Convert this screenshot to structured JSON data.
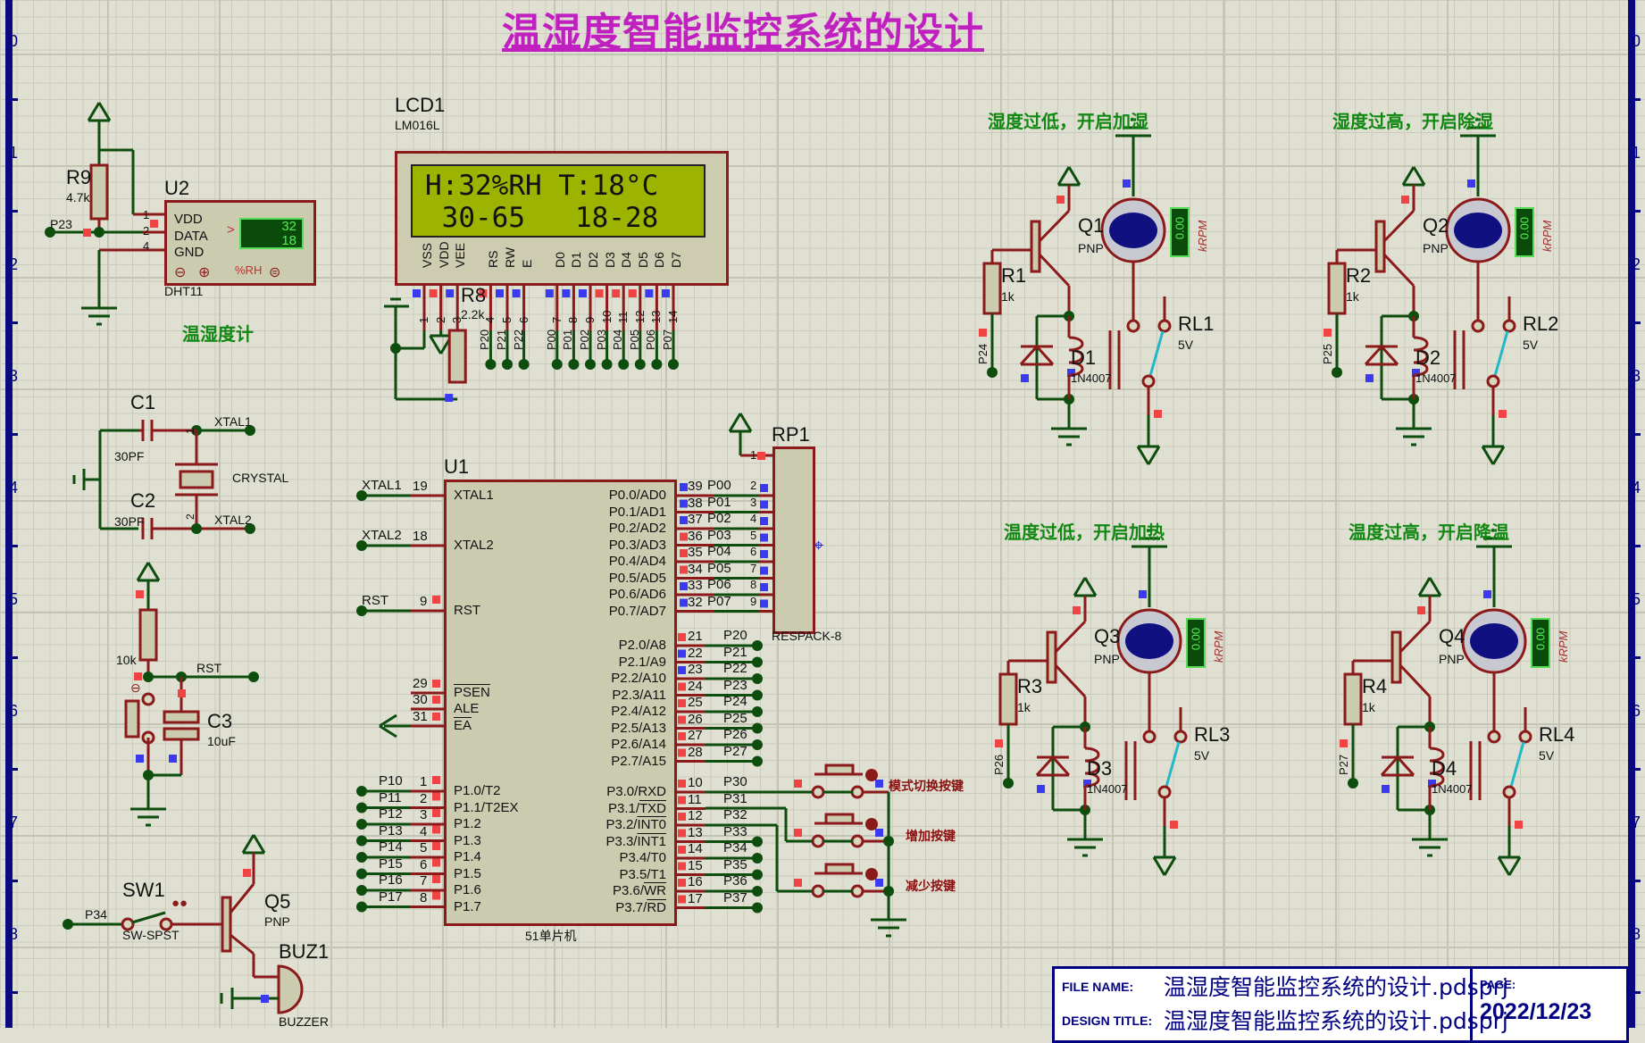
{
  "title": "温湿度智能监控系统的设计",
  "ruler": {
    "left": [
      "0",
      "1",
      "2",
      "3",
      "4",
      "5",
      "6",
      "7",
      "8"
    ],
    "right": [
      "0",
      "1",
      "2",
      "3",
      "4",
      "5",
      "6",
      "7",
      "8"
    ]
  },
  "sensor": {
    "ref": "U2",
    "part": "DHT11",
    "r9_ref": "R9",
    "r9_val": "4.7k",
    "net": "P23",
    "pins": [
      "VDD",
      "DATA",
      "GND"
    ],
    "pin_nums": [
      "1",
      "2",
      "4"
    ],
    "humidity": "32",
    "temperature": "18",
    "unit": "%RH",
    "arrow": ">",
    "note": "温湿度计"
  },
  "lcd": {
    "ref": "LCD1",
    "part": "LM016L",
    "line1": "H:32%RH T:18°C",
    "line2": " 30-65   18-28",
    "pins": [
      "VSS",
      "VDD",
      "VEE",
      "RS",
      "RW",
      "E",
      "D0",
      "D1",
      "D2",
      "D3",
      "D4",
      "D5",
      "D6",
      "D7"
    ],
    "pin_nums": [
      "1",
      "2",
      "3",
      "4",
      "5",
      "6",
      "7",
      "8",
      "9",
      "10",
      "11",
      "12",
      "13",
      "14"
    ],
    "nets": [
      "P20",
      "P21",
      "P22",
      "P00",
      "P01",
      "P02",
      "P03",
      "P04",
      "P05",
      "P06",
      "P07"
    ],
    "r8_ref": "R8",
    "r8_val": "2.2k"
  },
  "crystal": {
    "c1_ref": "C1",
    "c1_val": "30PF",
    "c2_ref": "C2",
    "c2_val": "30PF",
    "xtal_label": "CRYSTAL",
    "net1": "XTAL1",
    "net2": "XTAL2"
  },
  "reset": {
    "r_val": "10k",
    "net": "RST",
    "c3_ref": "C3",
    "c3_val": "10uF"
  },
  "buzzer": {
    "sw_ref": "SW1",
    "sw_part": "SW-SPST",
    "net": "P34",
    "q_ref": "Q5",
    "q_part": "PNP",
    "buz_ref": "BUZ1",
    "buz_part": "BUZZER"
  },
  "mcu": {
    "ref": "U1",
    "part": "51单片机",
    "left_top": [
      {
        "net": "XTAL1",
        "num": "19",
        "name": "XTAL1"
      },
      {
        "net": "XTAL2",
        "num": "18",
        "name": "XTAL2"
      },
      {
        "net": "RST",
        "num": "9",
        "name": "RST"
      }
    ],
    "left_ctrl": [
      {
        "num": "29",
        "name": "PSEN"
      },
      {
        "num": "30",
        "name": "ALE"
      },
      {
        "num": "31",
        "name": "EA"
      }
    ],
    "p1": [
      {
        "net": "P10",
        "num": "1",
        "name": "P1.0/T2"
      },
      {
        "net": "P11",
        "num": "2",
        "name": "P1.1/T2EX"
      },
      {
        "net": "P12",
        "num": "3",
        "name": "P1.2"
      },
      {
        "net": "P13",
        "num": "4",
        "name": "P1.3"
      },
      {
        "net": "P14",
        "num": "5",
        "name": "P1.4"
      },
      {
        "net": "P15",
        "num": "6",
        "name": "P1.5"
      },
      {
        "net": "P16",
        "num": "7",
        "name": "P1.6"
      },
      {
        "net": "P17",
        "num": "8",
        "name": "P1.7"
      }
    ],
    "p0": [
      {
        "net": "P00",
        "num": "39",
        "name": "P0.0/AD0"
      },
      {
        "net": "P01",
        "num": "38",
        "name": "P0.1/AD1"
      },
      {
        "net": "P02",
        "num": "37",
        "name": "P0.2/AD2"
      },
      {
        "net": "P03",
        "num": "36",
        "name": "P0.3/AD3"
      },
      {
        "net": "P04",
        "num": "35",
        "name": "P0.4/AD4"
      },
      {
        "net": "P05",
        "num": "34",
        "name": "P0.5/AD5"
      },
      {
        "net": "P06",
        "num": "33",
        "name": "P0.6/AD6"
      },
      {
        "net": "P07",
        "num": "32",
        "name": "P0.7/AD7"
      }
    ],
    "p2": [
      {
        "net": "P20",
        "num": "21",
        "name": "P2.0/A8"
      },
      {
        "net": "P21",
        "num": "22",
        "name": "P2.1/A9"
      },
      {
        "net": "P22",
        "num": "23",
        "name": "P2.2/A10"
      },
      {
        "net": "P23",
        "num": "24",
        "name": "P2.3/A11"
      },
      {
        "net": "P24",
        "num": "25",
        "name": "P2.4/A12"
      },
      {
        "net": "P25",
        "num": "26",
        "name": "P2.5/A13"
      },
      {
        "net": "P26",
        "num": "27",
        "name": "P2.6/A14"
      },
      {
        "net": "P27",
        "num": "28",
        "name": "P2.7/A15"
      }
    ],
    "p3": [
      {
        "net": "P30",
        "num": "10",
        "name": "P3.0/RXD"
      },
      {
        "net": "P31",
        "num": "11",
        "name": "P3.1/TXD"
      },
      {
        "net": "P32",
        "num": "12",
        "name": "P3.2/INT0"
      },
      {
        "net": "P33",
        "num": "13",
        "name": "P3.3/INT1"
      },
      {
        "net": "P34",
        "num": "14",
        "name": "P3.4/T0"
      },
      {
        "net": "P35",
        "num": "15",
        "name": "P3.5/T1"
      },
      {
        "net": "P36",
        "num": "16",
        "name": "P3.6/WR"
      },
      {
        "net": "P37",
        "num": "17",
        "name": "P3.7/RD"
      }
    ]
  },
  "rp1": {
    "ref": "RP1",
    "part": "RESPACK-8",
    "pins": [
      "1",
      "2",
      "3",
      "4",
      "5",
      "6",
      "7",
      "8",
      "9"
    ]
  },
  "buttons": [
    "模式切换按键",
    "增加按键",
    "减少按键"
  ],
  "drivers": [
    {
      "note": "湿度过低，开启加湿",
      "q": "Q1",
      "r": "R1",
      "d": "D1",
      "rl": "RL1",
      "net": "P24"
    },
    {
      "note": "湿度过高，开启除湿",
      "q": "Q2",
      "r": "R2",
      "d": "D2",
      "rl": "RL2",
      "net": "P25"
    },
    {
      "note": "温度过低，开启加热",
      "q": "Q3",
      "r": "R3",
      "d": "D3",
      "rl": "RL3",
      "net": "P26"
    },
    {
      "note": "温度过高，开启降温",
      "q": "Q4",
      "r": "R4",
      "d": "D4",
      "rl": "RL4",
      "net": "P27"
    }
  ],
  "driver_common": {
    "q_part": "PNP",
    "r_val": "1k",
    "d_part": "1N4007",
    "rl_val": "5V",
    "rpm": "0.00",
    "rpm_unit": "kRPM"
  },
  "title_block": {
    "file_key": "FILE NAME:",
    "file_val": "温湿度智能监控系统的设计.pdsprj",
    "design_key": "DESIGN TITLE:",
    "design_val": "温湿度智能监控系统的设计.pdsprj",
    "page_key": "PAGE:",
    "date": "2022/12/23"
  }
}
